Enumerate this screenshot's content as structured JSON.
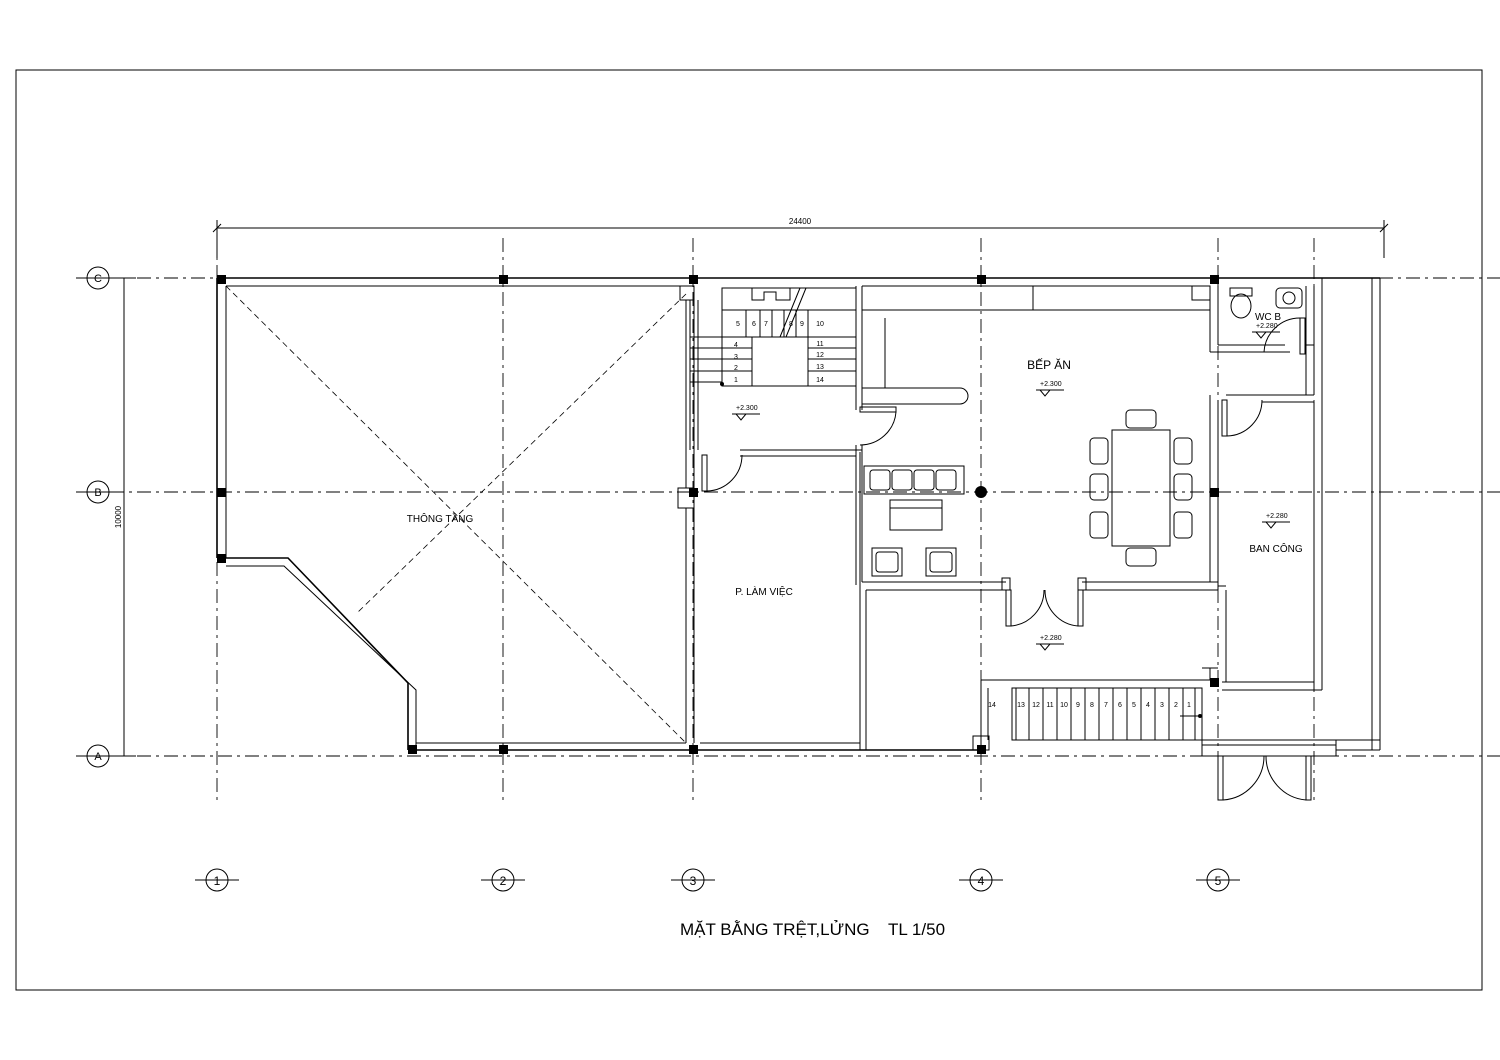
{
  "title": "MẶT BẰNG TRỆT,LỬNG",
  "scale": "TL 1/50",
  "dimensions": {
    "overall_width": "24400",
    "overall_depth": "10000"
  },
  "grid_rows": [
    "C",
    "B",
    "A"
  ],
  "grid_cols": [
    "1",
    "2",
    "3",
    "4",
    "5"
  ],
  "rooms": {
    "void": "THÔNG TẦNG",
    "office": "P. LÀM VIỆC",
    "kitchen": "BẾP ĂN",
    "wc": "WC B",
    "balcony": "BAN CÔNG"
  },
  "levels": {
    "stair_landing": "+2.300",
    "kitchen": "+2.300",
    "wc": "+2.280",
    "balcony": "+2.280",
    "lower_hall": "+2.280"
  },
  "stair_upper_steps": [
    "1",
    "2",
    "3",
    "4",
    "5",
    "6",
    "7",
    "8",
    "9",
    "10",
    "11",
    "12",
    "13",
    "14"
  ],
  "stair_lower_steps": [
    "14",
    "13",
    "12",
    "11",
    "10",
    "9",
    "8",
    "7",
    "6",
    "5",
    "4",
    "3",
    "2",
    "1"
  ]
}
